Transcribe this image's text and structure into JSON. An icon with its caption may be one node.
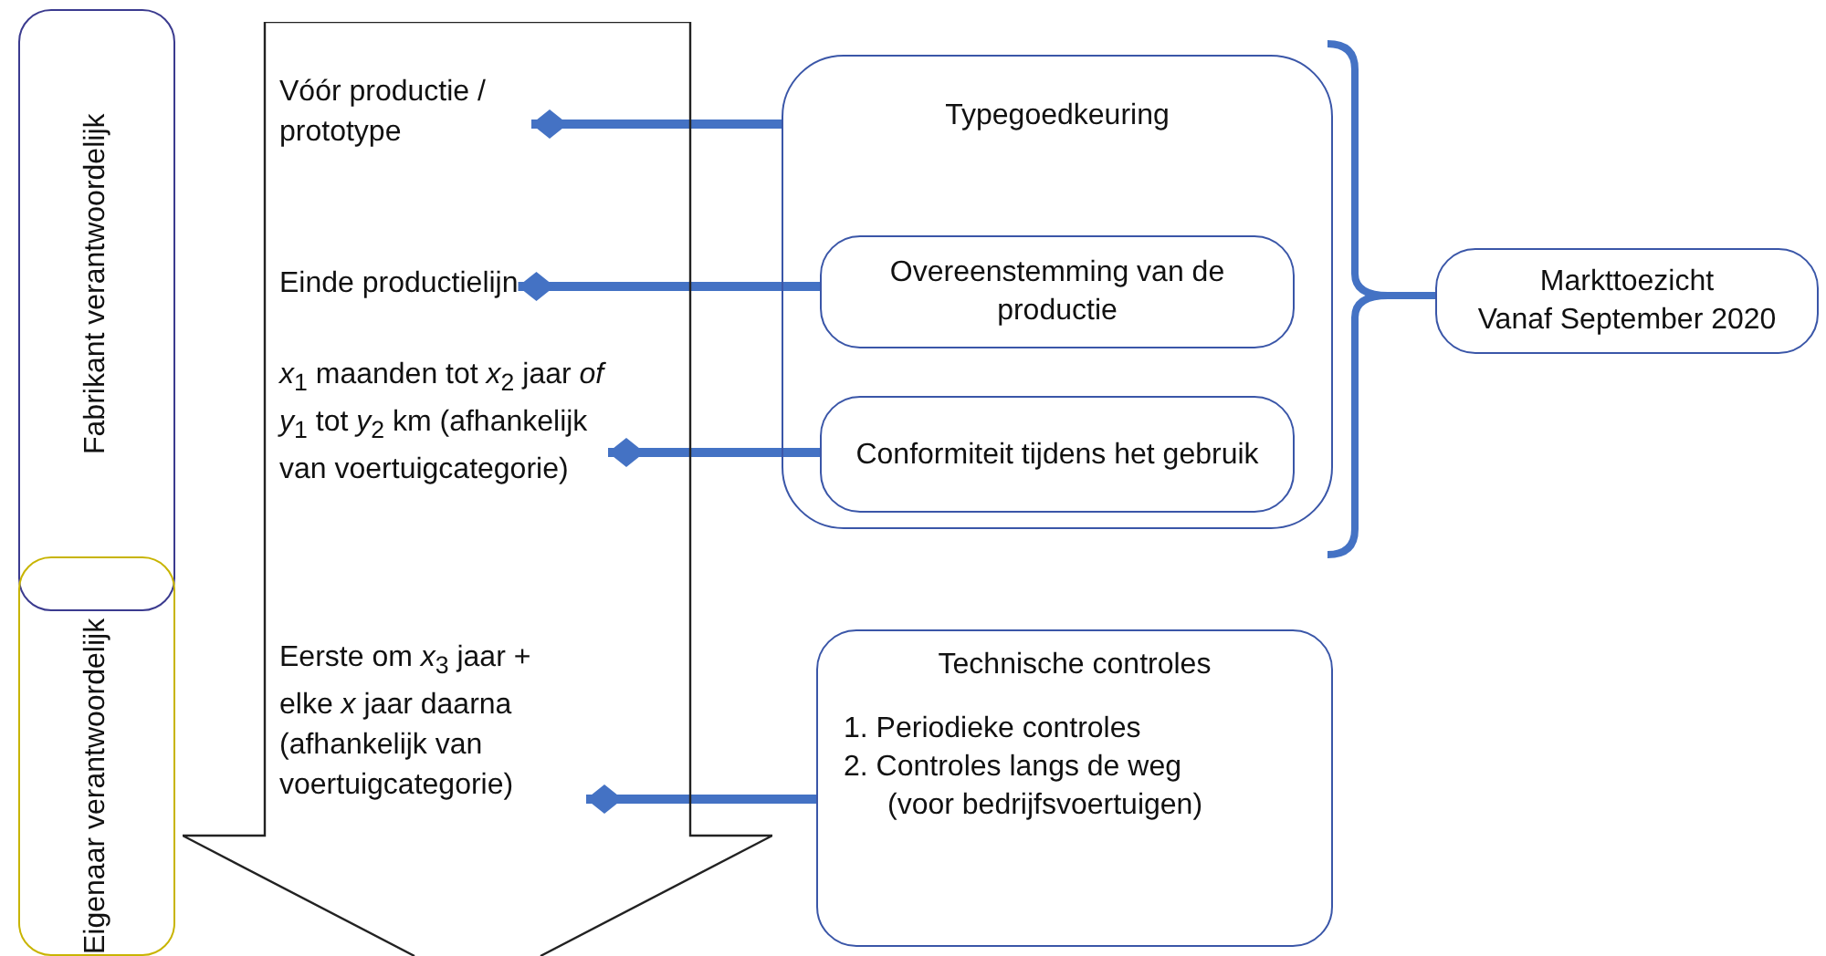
{
  "diagram": {
    "nodes": [
      {
        "text": [
          "Fabrikant verantwoordelijk"
        ]
      },
      {
        "text": [
          "Eigenaar verantwoordelijk"
        ]
      },
      {
        "text": [],
        "shape": "arrow"
      },
      {
        "text": [
          "Vóór productie / prototype"
        ],
        "in": 2
      },
      {
        "text": [
          "Einde productielijn"
        ],
        "in": 2
      },
      {
        "text": [
          "*x*$_{1}$ maanden tot *x*$_{2}$ jaar *of* *y*$_{1}$ tot *y*$_{2}$ km (afhankelijk van voertuigcategorie)"
        ],
        "in": 2
      },
      {
        "text": [
          "Eerste om *x*$_{3}$ jaar + elke *x* jaar daarna (afhankelijk van voertuigcategorie)"
        ],
        "in": 2
      },
      {
        "text": [
          "Typegoedkeuring"
        ]
      },
      {
        "text": [
          "Overeenstemming van de productie"
        ],
        "in": 7
      },
      {
        "text": [
          "Conformiteit tijdens het gebruik"
        ],
        "in": 7
      },
      {
        "text": [
          "Technische controles",
          "1. Periodieke controles",
          "2. Controles langs de weg (voor bedrijfsvoertuigen)"
        ]
      },
      {
        "text": [
          "Markttoezicht",
          "Vanaf September 2020"
        ]
      }
    ],
    "edges": [
      {
        "from": 3,
        "to": 7,
        "arrow": "other"
      },
      {
        "from": 4,
        "to": 8,
        "arrow": "other"
      },
      {
        "from": 5,
        "to": 9,
        "arrow": "other"
      },
      {
        "from": 6,
        "to": 10,
        "arrow": "other"
      }
    ]
  }
}
